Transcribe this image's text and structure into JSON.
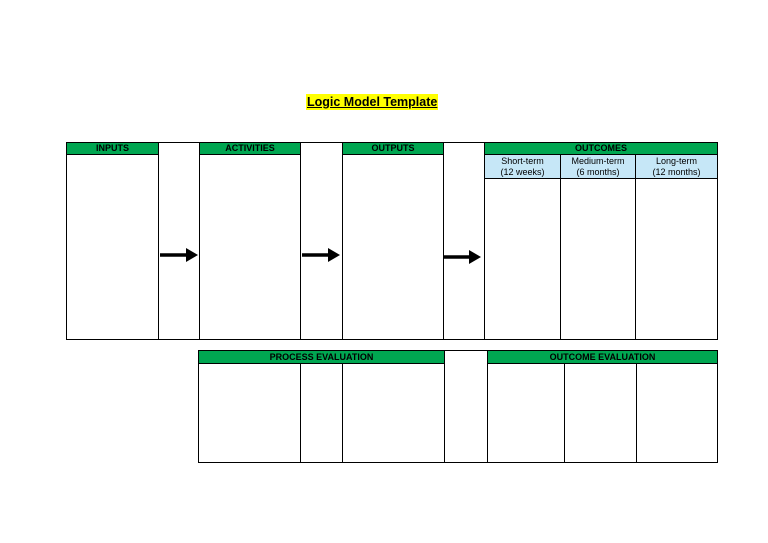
{
  "title": "Logic Model Template",
  "headers": {
    "inputs": "INPUTS",
    "activities": "ACTIVITIES",
    "outputs": "OUTPUTS",
    "outcomes": "OUTCOMES"
  },
  "outcome_terms": [
    {
      "label": "Short-term",
      "duration": "(12 weeks)"
    },
    {
      "label": "Medium-term",
      "duration": "(6 months)"
    },
    {
      "label": "Long-term",
      "duration": "(12 months)"
    }
  ],
  "evaluation": {
    "process": "PROCESS EVALUATION",
    "outcome": "OUTCOME EVALUATION"
  },
  "colors": {
    "header_green": "#00a651",
    "subheader_blue": "#c6e7f7",
    "title_highlight": "#ffff00"
  },
  "icons": [
    "arrow-right-icon"
  ]
}
